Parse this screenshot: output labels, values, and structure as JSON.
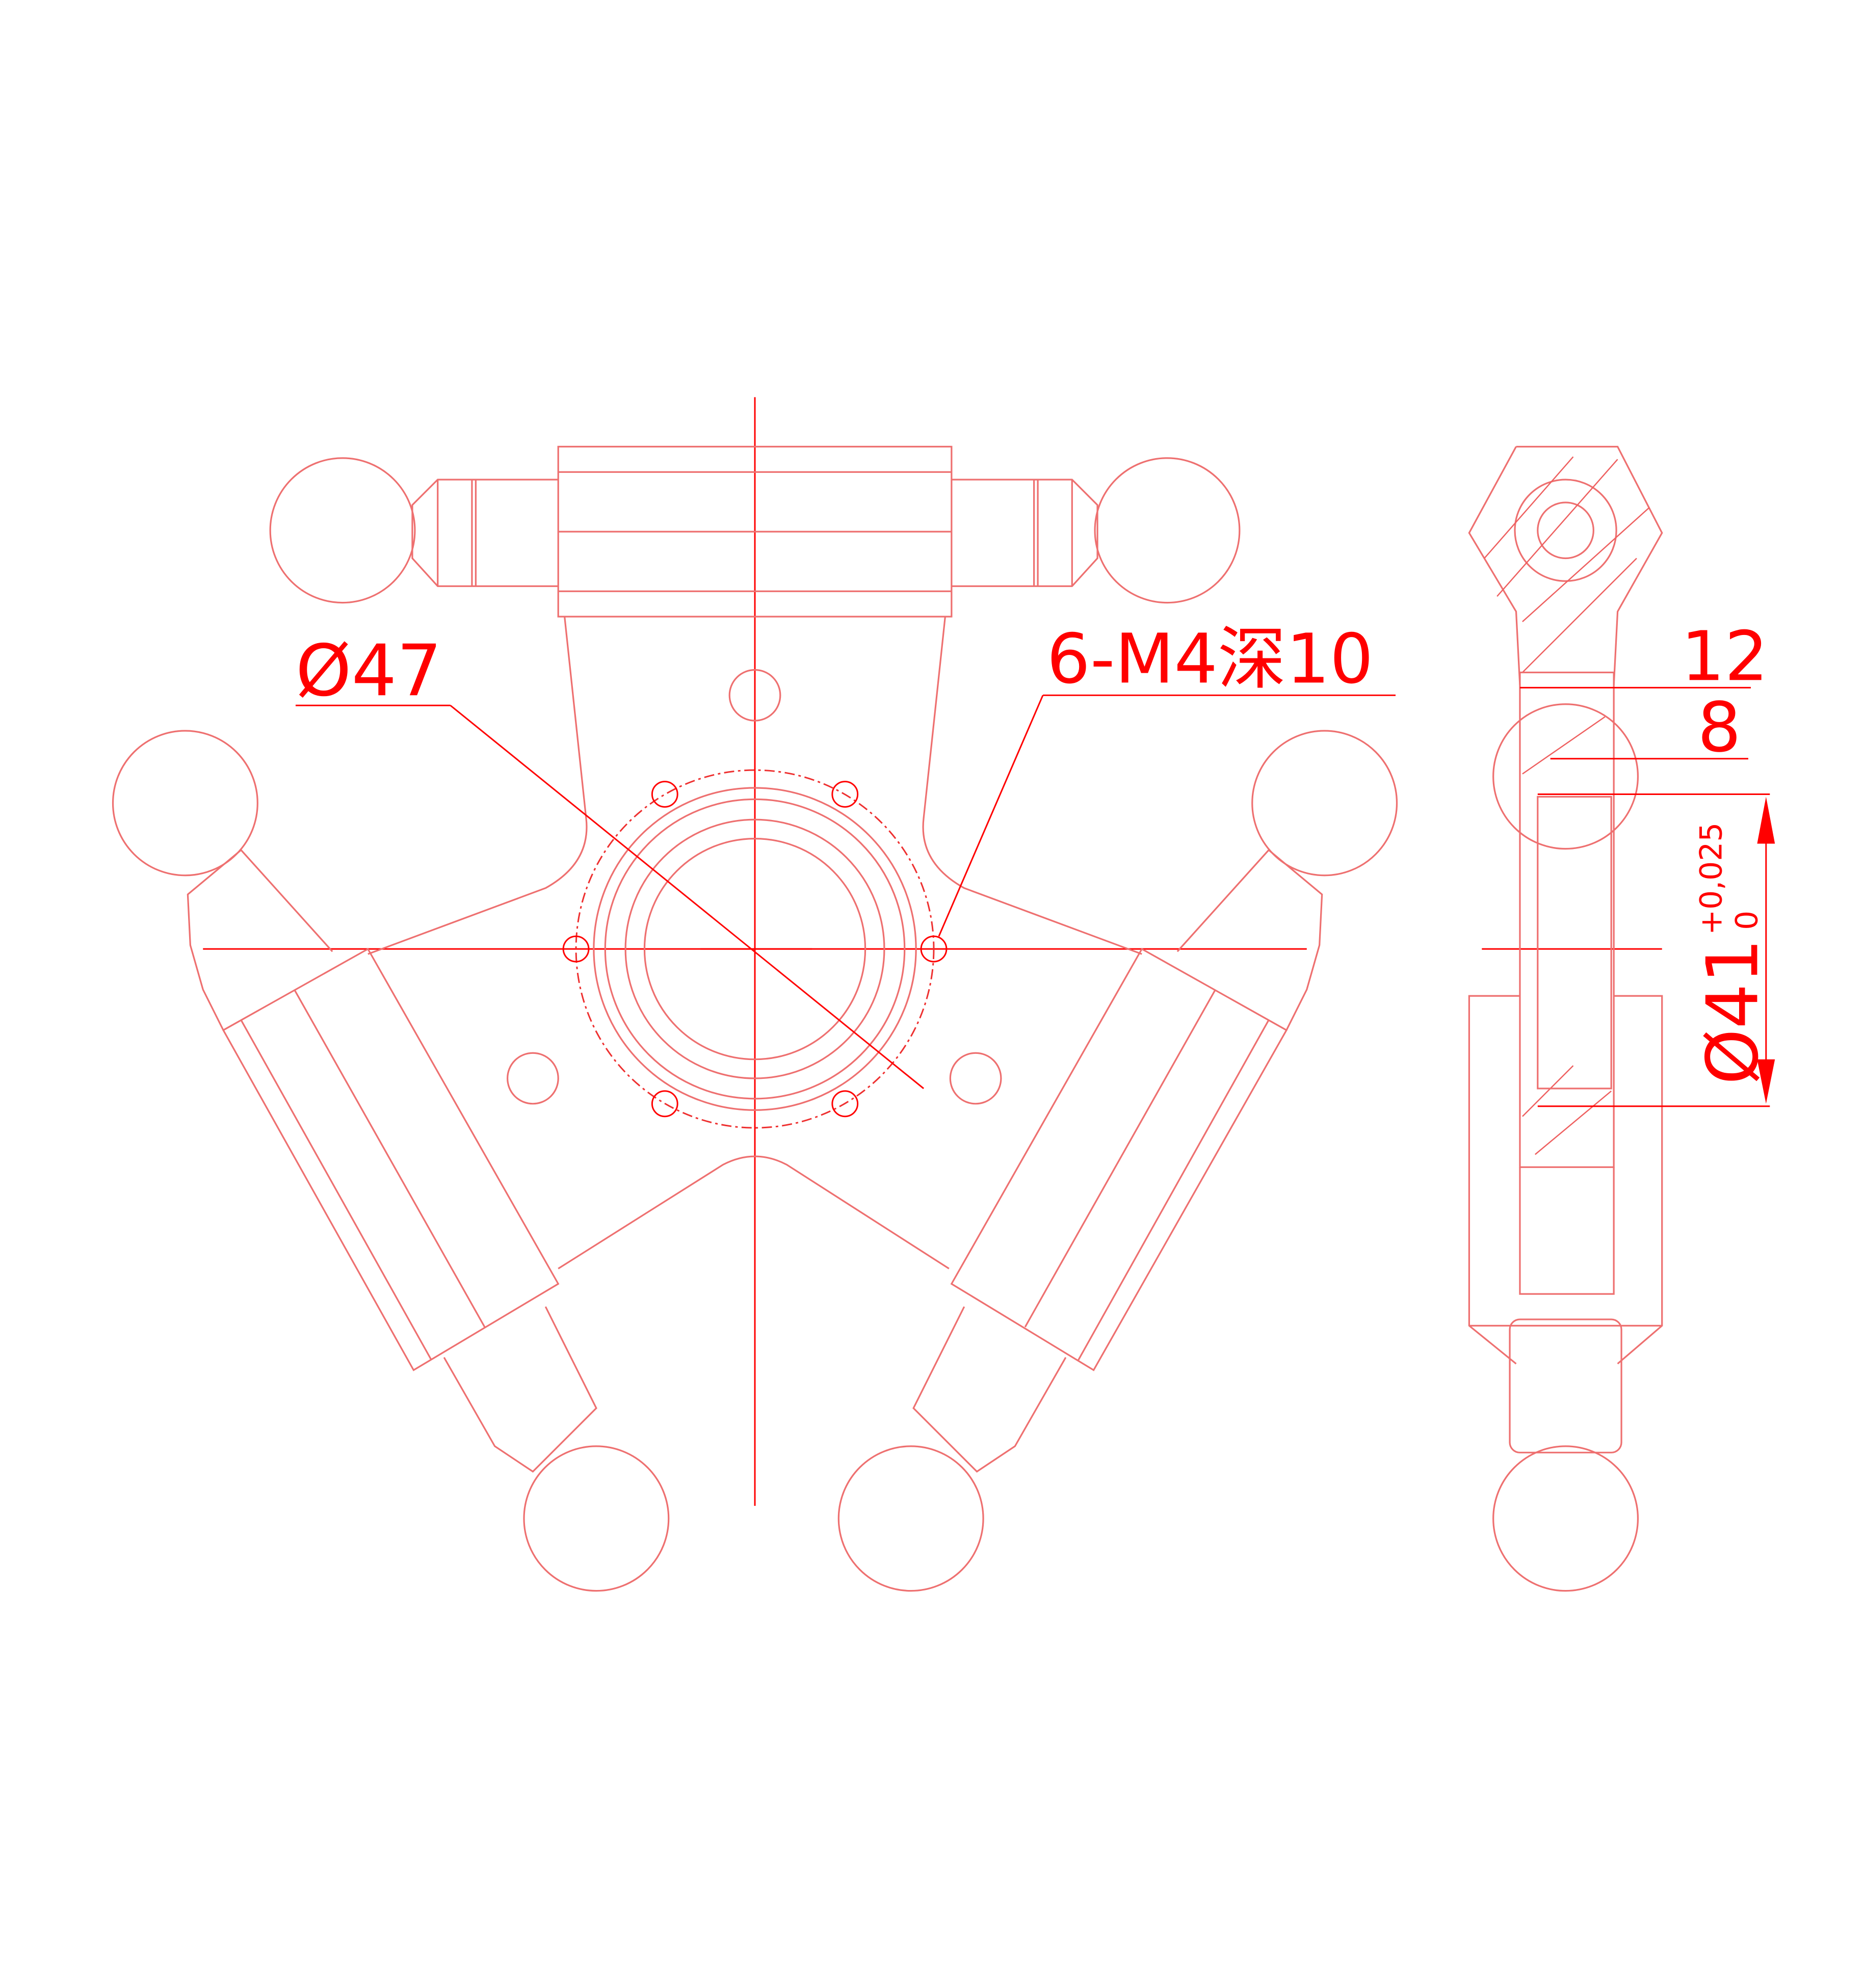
{
  "drawing": {
    "colors": {
      "outline": "#ee7070",
      "dimension": "#ff0000"
    },
    "front_view": {
      "dim_bolt_circle": "Ø47",
      "dim_holes": "6-M4深10"
    },
    "side_view": {
      "dim_width_outer": "12",
      "dim_width_inner": "8",
      "dim_bore": "Ø41",
      "tol_upper": "+0,025",
      "tol_lower": "0"
    }
  }
}
